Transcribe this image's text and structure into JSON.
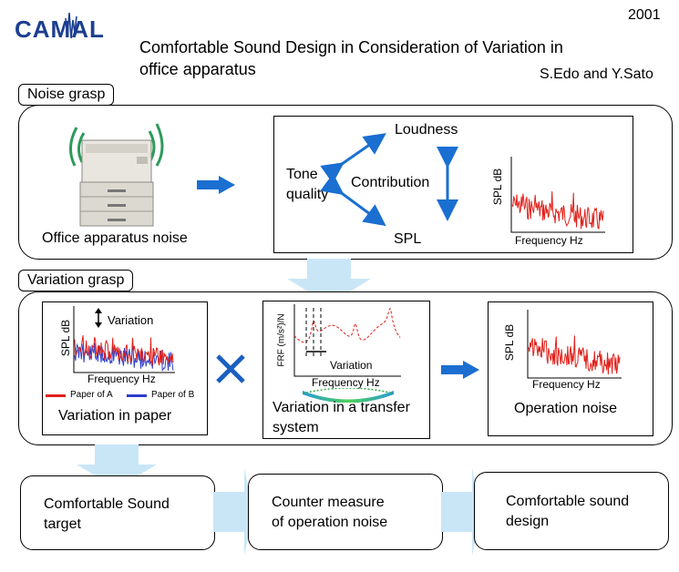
{
  "header": {
    "logo_text": "CAMAL",
    "year": "2001",
    "title_line1": "Comfortable Sound Design in Consideration of Variation in",
    "title_line2": "office apparatus",
    "authors": "S.Edo and Y.Sato"
  },
  "noise_section": {
    "tag": "Noise grasp",
    "printer_caption": "Office apparatus noise",
    "loudness": "Loudness",
    "tone_line1": "Tone",
    "tone_line2": "quality",
    "contribution": "Contribution",
    "spl": "SPL",
    "plot_ylabel": "SPL  dB",
    "plot_xlabel": "Frequency Hz"
  },
  "variation_section": {
    "tag": "Variation grasp",
    "paper": {
      "ylabel": "SPL  dB",
      "variation_label": "Variation",
      "xlabel": "Frequency Hz",
      "legend_a": "Paper of A",
      "legend_b": "Paper of B",
      "caption": "Variation in paper"
    },
    "transfer": {
      "ylabel": "FRF  (m/s²)/N",
      "variation_label": "Variation",
      "xlabel": "Frequency Hz",
      "caption_line1": "Variation in a transfer",
      "caption_line2": "system"
    },
    "operation": {
      "ylabel": "SPL  dB",
      "xlabel": "Frequency Hz",
      "caption": "Operation noise"
    }
  },
  "bottom": {
    "box1_line1": "Comfortable Sound",
    "box1_line2": "target",
    "box2_line1": "Counter measure",
    "box2_line2": "of operation noise",
    "box3_line1": "Comfortable sound",
    "box3_line2": "design"
  },
  "colors": {
    "arrow_blue": "#1a6fd1",
    "light_blue_arrow": "#c9e6f7",
    "spectrum_red": "#e0201a",
    "spectrum_blue": "#2d3ec9",
    "cross_blue": "#1a5fc0"
  }
}
